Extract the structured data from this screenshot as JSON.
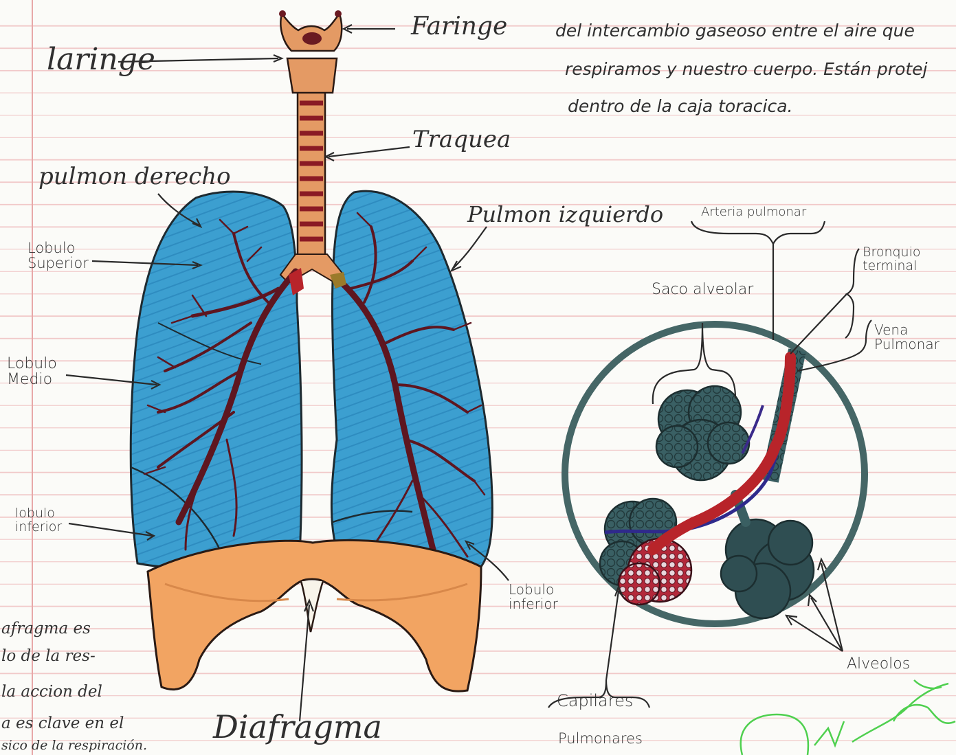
{
  "paragraph": {
    "line1": "del intercambio gaseoso entre el aire que",
    "line2": "respiramos y nuestro cuerpo. Están protej",
    "line3": "dentro de la caja toracica."
  },
  "labels": {
    "faringe": "Faringe",
    "laringe": "laringe",
    "traquea": "Traquea",
    "pulmon_derecho": "pulmon derecho",
    "pulmon_izquierdo": "Pulmon izquierdo",
    "lobulo_superior": [
      "Lobulo",
      "Superior"
    ],
    "lobulo_medio": [
      "Lobulo",
      "Medio"
    ],
    "lobulo_inferior_left": [
      "lobulo",
      "inferior"
    ],
    "lobulo_inferior_right": [
      "Lobulo",
      "inferior"
    ],
    "diafragma": "Diafragma",
    "arteria_pulmonar": "Arteria pulmonar",
    "bronquio_terminal": [
      "Bronquio",
      "terminal"
    ],
    "saco_alveolar": "Saco alveolar",
    "vena_pulmonar": [
      "Vena",
      "Pulmonar"
    ],
    "alveolos": "Alveolos",
    "capilares": [
      "Capilares",
      "Pulmonares"
    ]
  },
  "side_text": [
    "afragma es",
    "lo de la res-",
    "la accion del",
    "a es clave en el",
    "sico de la respiración."
  ],
  "colors": {
    "lung": "#3a9fd0",
    "lung_outline": "#1e2a30",
    "bronchi": "#5e1620",
    "trachea": "#e49a64",
    "diaphragm": "#f2a462",
    "alveoli": "#3a5f62",
    "artery": "#b8242a",
    "vein": "#3a2a8a",
    "circle": "#456666",
    "signature": "#4fd04f"
  }
}
